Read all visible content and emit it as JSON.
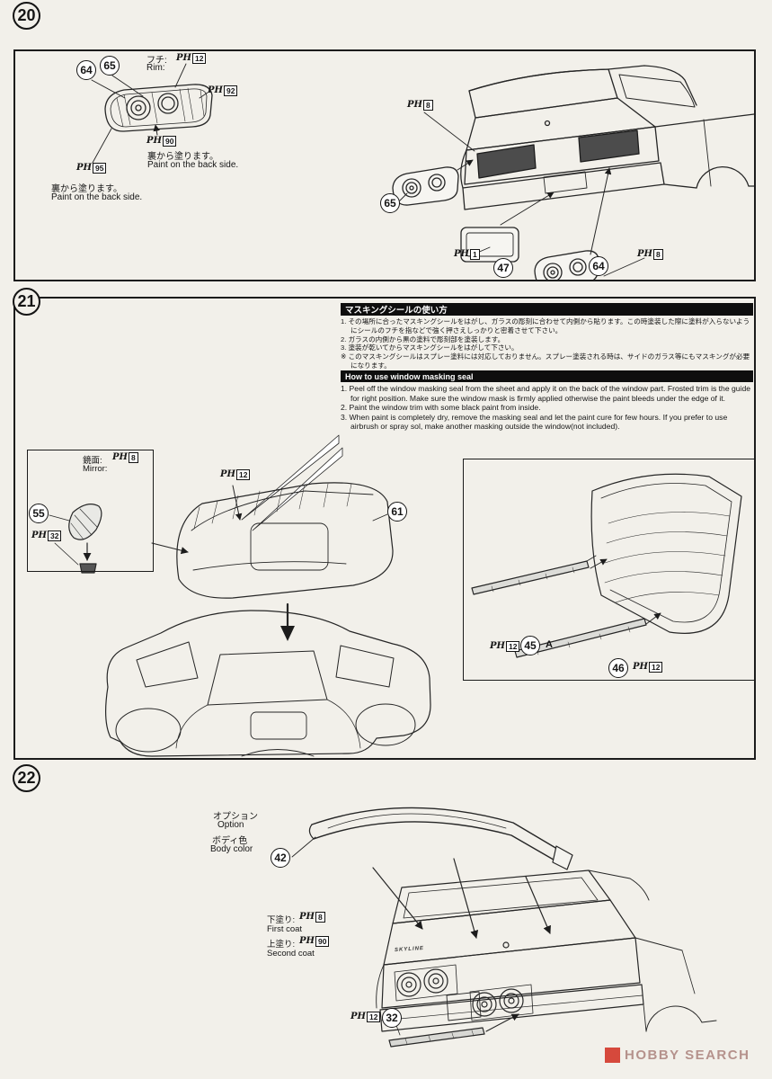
{
  "steps": {
    "s20": "20",
    "s21": "21",
    "s22": "22"
  },
  "paint_prefix": "PH",
  "step20": {
    "rim_jp": "フチ:",
    "rim_en": "Rim:",
    "back_jp": "裏から塗ります。",
    "back_en": "Paint on the back side.",
    "parts": {
      "p64": "64",
      "p65": "65",
      "p47": "47"
    },
    "paints": {
      "rim": "12",
      "deep": "92",
      "back": "90",
      "edge": "95",
      "body": "8",
      "plate": "1"
    }
  },
  "step21": {
    "jp_header": "マスキングシールの使い方",
    "jp_lines": [
      "1. その場所に合ったマスキングシールをはがし、ガラスの彫刻に合わせて内側から貼ります。この時塗装した際に塗料が入らないようにシールのフチを指などで強く押さえしっかりと密着させて下さい。",
      "2. ガラスの内側から黒の塗料で彫刻部を塗装します。",
      "3. 塗装が乾いてからマスキングシールをはがして下さい。",
      "※ このマスキングシールはスプレー塗料には対応しておりません。スプレー塗装される時は、サイドのガラス等にもマスキングが必要になります。"
    ],
    "en_header": "How to use window masking seal",
    "en_lines": [
      "1. Peel off the window masking seal from the sheet and apply it on the back of the window part. Frosted trim is the guide for right position. Make sure the window mask is firmly applied otherwise the paint bleeds under the edge of it.",
      "2. Paint the window trim with some black paint from inside.",
      "3. When paint is completely dry, remove the masking seal and let the paint cure for few hours. If you prefer to use airbrush or spray sol, make another masking outside the window(not included)."
    ],
    "mirror_jp": "鏡面:",
    "mirror_en": "Mirror:",
    "label_a": "A",
    "parts": {
      "p55": "55",
      "p61": "61",
      "p45": "45",
      "p46": "46"
    },
    "paints": {
      "mirror": "8",
      "mirror_back": "32",
      "trim": "12"
    }
  },
  "step22": {
    "option_jp": "オプション",
    "option_en": "Option",
    "body_jp": "ボディ色",
    "body_en": "Body color",
    "first_jp": "下塗り:",
    "first_en": "First coat",
    "second_jp": "上塗り:",
    "second_en": "Second coat",
    "badge": "SKYLINE",
    "parts": {
      "p42": "42",
      "p32": "32"
    },
    "paints": {
      "first": "8",
      "second": "90",
      "trim": "12"
    }
  },
  "watermark": "HOBBY SEARCH"
}
